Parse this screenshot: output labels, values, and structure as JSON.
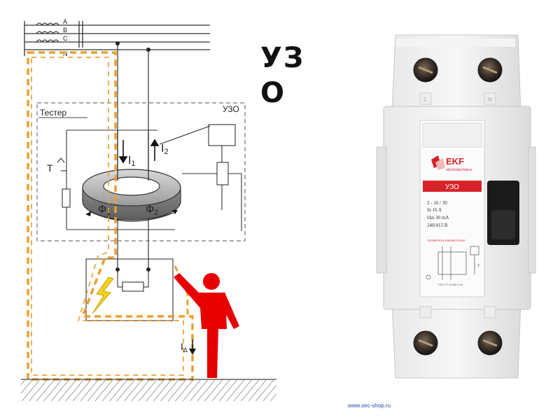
{
  "diagram": {
    "phase_labels": [
      "A",
      "B",
      "C",
      "N"
    ],
    "box_label": "УЗО",
    "tester_label": "Тестер",
    "t_label": "Т",
    "current_1": "I",
    "current_1_sub": "1",
    "current_2": "I",
    "current_2_sub": "2",
    "flux_1": "Ф",
    "flux_1_sub": "1",
    "flux_2": "Ф",
    "flux_2_sub": "2",
    "leak_current": "I",
    "leak_current_sub": "Δ"
  },
  "title": {
    "line1": "УЗ",
    "line2": "О"
  },
  "device": {
    "brand": "EKF",
    "brand_sub": "electrotechnica",
    "model": "УЗО",
    "spec_1": "2 - 16 / 30",
    "spec_2": "In 16 A",
    "spec_3": "IΔn 30 mA",
    "spec_4": "240/415 В",
    "test_note": "ПРОВЕРЯТЬ ЕЖЕМЕСЯЧНО",
    "test_button": "T",
    "standard": "ГОСТ Р 51326.1-99",
    "terminal_1": "1",
    "terminal_2": "N"
  },
  "watermark": "www.sec-shop.ru",
  "colors": {
    "leak_path": "#e8a032",
    "person": "#e60000",
    "lightning": "#f2d21a",
    "brand_red": "#d8232a"
  }
}
